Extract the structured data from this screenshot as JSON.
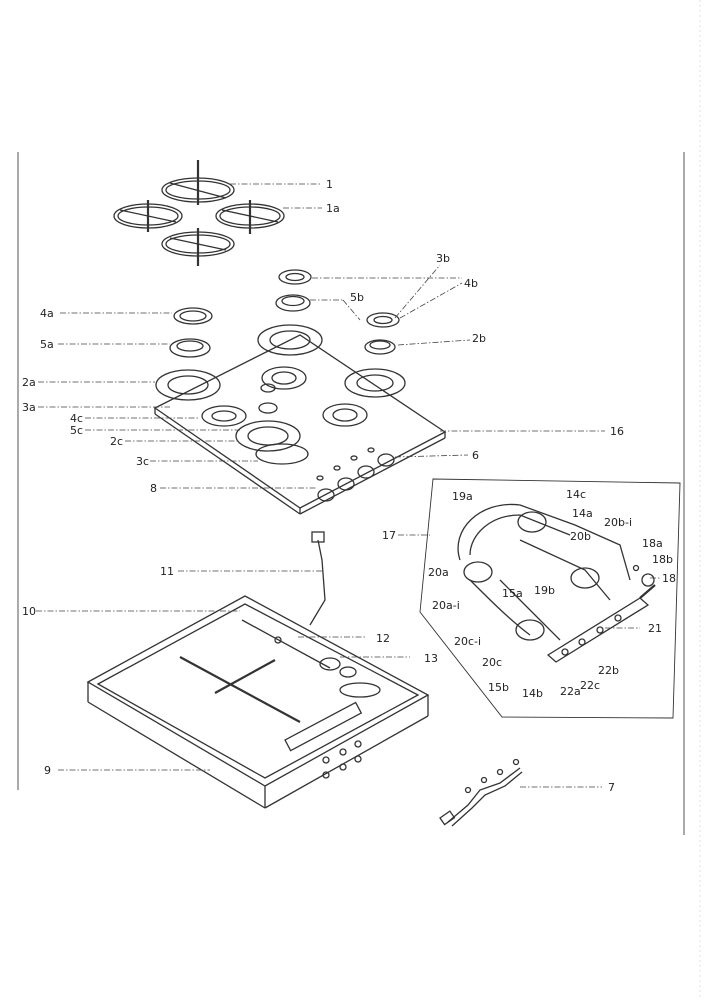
{
  "diagram": {
    "labels": {
      "l1": "1",
      "l1a": "1a",
      "l3b": "3b",
      "l4b": "4b",
      "l5b": "5b",
      "l4a": "4a",
      "l5a": "5a",
      "l2b": "2b",
      "l2a": "2a",
      "l3a": "3a",
      "l4c": "4c",
      "l5c": "5c",
      "l16": "16",
      "l2c": "2c",
      "l3c": "3c",
      "l6": "6",
      "l8": "8",
      "l17": "17",
      "l19a": "19a",
      "l14c": "14c",
      "l14a": "14a",
      "l20bi": "20b-i",
      "l20b": "20b",
      "l18a": "18a",
      "l18b": "18b",
      "l18": "18",
      "l11": "11",
      "l20a": "20a",
      "l19b": "19b",
      "l15a": "15a",
      "l20ai": "20a-i",
      "l10": "10",
      "l12": "12",
      "l21": "21",
      "l20ci": "20c-i",
      "l13": "13",
      "l20c": "20c",
      "l22b": "22b",
      "l22c": "22c",
      "l22a": "22a",
      "l14b": "14b",
      "l15b": "15b",
      "l9": "9",
      "l7": "7"
    }
  }
}
